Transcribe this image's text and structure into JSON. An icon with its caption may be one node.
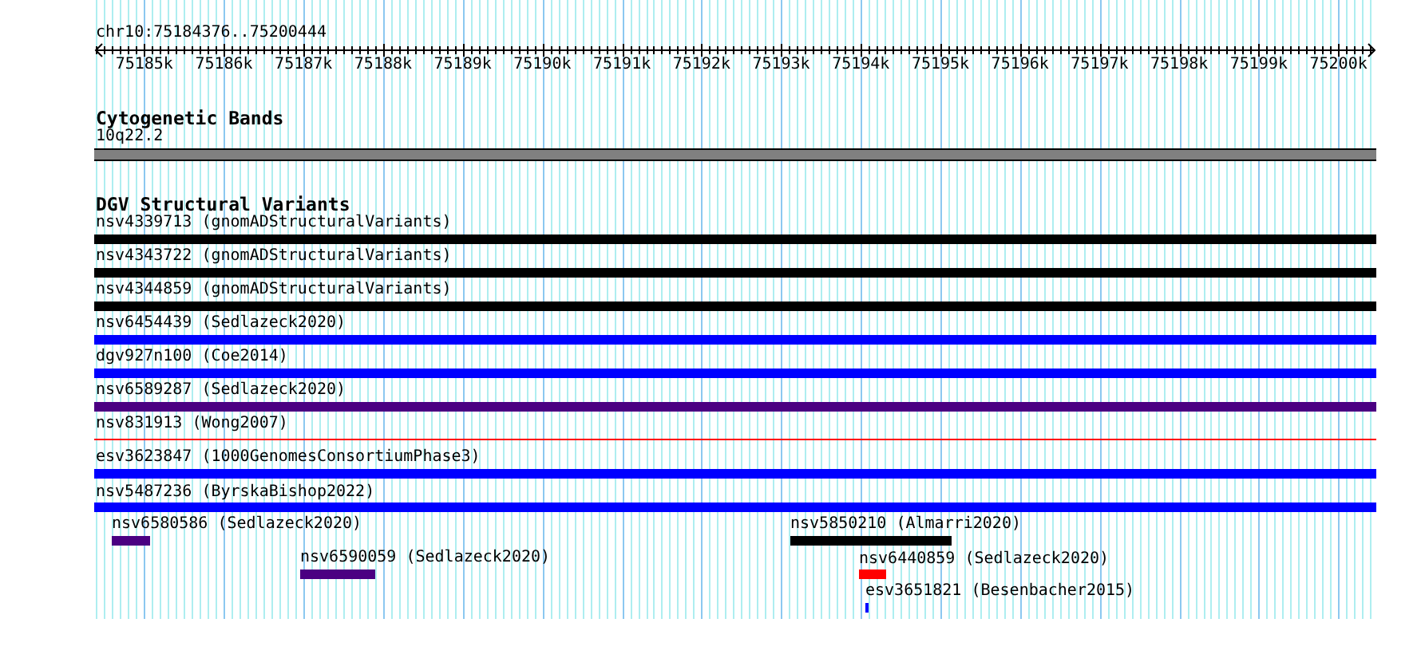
{
  "diagram": {
    "title": "chr10:75184376..75200444",
    "nodes": [
      {
        "text": [
          "10q22.2"
        ]
      },
      {
        "text": [
          "nsv4339713 (gnomADStructuralVariants)"
        ]
      },
      {
        "text": [
          "nsv4343722 (gnomADStructuralVariants)"
        ]
      },
      {
        "text": [
          "nsv4344859 (gnomADStructuralVariants)"
        ]
      },
      {
        "text": [
          "nsv6454439 (Sedlazeck2020)"
        ]
      },
      {
        "text": [
          "dgv927n100 (Coe2014)"
        ]
      },
      {
        "text": [
          "nsv6589287 (Sedlazeck2020)"
        ]
      },
      {
        "text": [
          "nsv831913 (Wong2007)"
        ]
      },
      {
        "text": [
          "esv3623847 (1000GenomesConsortiumPhase3)"
        ]
      },
      {
        "text": [
          "nsv5487236 (ByrskaBishop2022)"
        ]
      },
      {
        "text": [
          "nsv6580586 (Sedlazeck2020)"
        ]
      },
      {
        "text": [
          "nsv5850210 (Almarri2020)"
        ]
      },
      {
        "text": [
          "nsv6590059 (Sedlazeck2020)"
        ]
      },
      {
        "text": [
          "nsv6440859 (Sedlazeck2020)"
        ]
      },
      {
        "text": [
          "esv3651821 (Besenbacher2015)"
        ]
      }
    ],
    "labels": [
      "75185k",
      "75186k",
      "75187k",
      "75188k",
      "75189k",
      "75190k",
      "75191k",
      "75192k",
      "75193k",
      "75194k",
      "75195k",
      "75196k",
      "75197k",
      "75198k",
      "75199k",
      "75200k",
      "Cytogenetic Bands",
      "DGV Structural Variants"
    ]
  }
}
